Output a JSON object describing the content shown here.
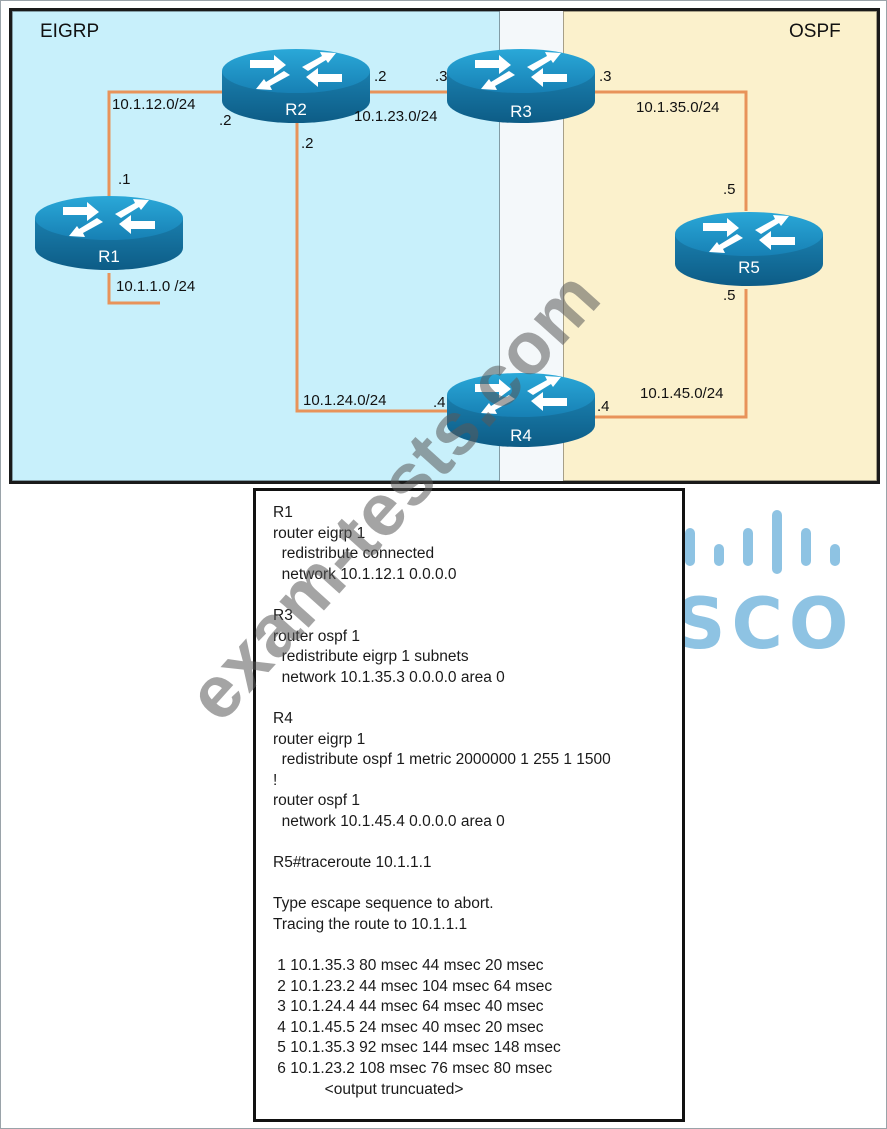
{
  "topology": {
    "zones": {
      "eigrp": "EIGRP",
      "ospf": "OSPF"
    },
    "routers": {
      "r1": "R1",
      "r2": "R2",
      "r3": "R3",
      "r4": "R4",
      "r5": "R5"
    },
    "networks": {
      "r1_r2": "10.1.12.0/24",
      "r2_r3": "10.1.23.0/24",
      "r3_r5": "10.1.35.0/24",
      "r2_r4": "10.1.24.0/24",
      "r4_r5": "10.1.45.0/24",
      "r1_lan": "10.1.1.0 /24"
    },
    "interfaces": {
      "r1_to_r2": ".1",
      "r2_to_r1": ".2",
      "r2_to_r3": ".2",
      "r3_to_r2": ".3",
      "r2_to_r4": ".2",
      "r3_to_r5": ".3",
      "r5_to_r3": ".5",
      "r5_to_r4": ".5",
      "r4_to_r2": ".4",
      "r4_to_r5": ".4"
    },
    "colors": {
      "eigrp_zone": "#c8f0fb",
      "ospf_zone": "#fbf1cc",
      "link": "#e8935a",
      "router": "#1f8fbf"
    }
  },
  "config_lines": [
    "R1",
    "router eigrp 1",
    "  redistribute connected",
    "  network 10.1.12.1 0.0.0.0",
    "",
    "R3",
    "router ospf 1",
    "  redistribute eigrp 1 subnets",
    "  network 10.1.35.3 0.0.0.0 area 0",
    "",
    "R4",
    "router eigrp 1",
    "  redistribute ospf 1 metric 2000000 1 255 1 1500",
    "!",
    "router ospf 1",
    "  network 10.1.45.4 0.0.0.0 area 0",
    "",
    "R5#traceroute 10.1.1.1",
    "",
    "Type escape sequence to abort.",
    "Tracing the route to 10.1.1.1",
    "",
    " 1 10.1.35.3 80 msec 44 msec 20 msec",
    " 2 10.1.23.2 44 msec 104 msec 64 msec",
    " 3 10.1.24.4 44 msec 64 msec 40 msec",
    " 4 10.1.45.5 24 msec 40 msec 20 msec",
    " 5 10.1.35.3 92 msec 144 msec 148 msec",
    " 6 10.1.23.2 108 msec 76 msec 80 msec",
    "            <output truncuated>"
  ],
  "watermark": "exam-tests.com",
  "logo": {
    "text": "CISCO",
    "color": "#8ec3e3"
  }
}
